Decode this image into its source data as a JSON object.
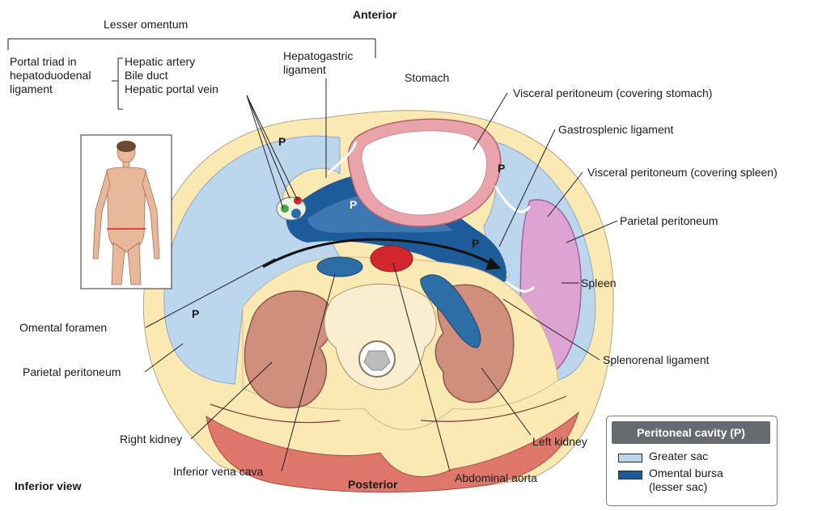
{
  "orientation": {
    "anterior": "Anterior",
    "posterior": "Posterior",
    "view": "Inferior view"
  },
  "labels": {
    "lesser_omentum": "Lesser omentum",
    "portal_triad": "Portal triad in\nhepatoduodenal\nligament",
    "triad_items": "Hepatic artery\nBile duct\nHepatic portal vein",
    "hepatogastric": "Hepatogastric\nligament",
    "stomach": "Stomach",
    "visceral_stomach": "Visceral peritoneum (covering stomach)",
    "gastrosplenic": "Gastrosplenic ligament",
    "visceral_spleen": "Visceral peritoneum (covering spleen)",
    "parietal_right": "Parietal peritoneum",
    "spleen": "Spleen",
    "splenorenal": "Splenorenal ligament",
    "omental_foramen": "Omental foramen",
    "parietal_left": "Parietal peritoneum",
    "right_kidney": "Right kidney",
    "ivc": "Inferior vena cava",
    "aorta": "Abdominal aorta",
    "left_kidney": "Left kidney",
    "p_marker": "P"
  },
  "legend": {
    "title": "Peritoneal cavity (P)",
    "items": [
      {
        "label": "Greater sac",
        "color": "#bcd6ee"
      },
      {
        "label": "Omental bursa\n(lesser sac)",
        "color": "#1d5b9a"
      }
    ]
  },
  "colors": {
    "fat": "#fbe9b4",
    "greater_sac": "#bcd6ee",
    "omental_bursa": "#1d5b9a",
    "stomach_wall": "#e8a3ab",
    "spleen": "#dca3d3",
    "kidney": "#cf8f7c",
    "muscle": "#e0776c",
    "aorta": "#d3262e",
    "ivc": "#2e6ea6"
  }
}
